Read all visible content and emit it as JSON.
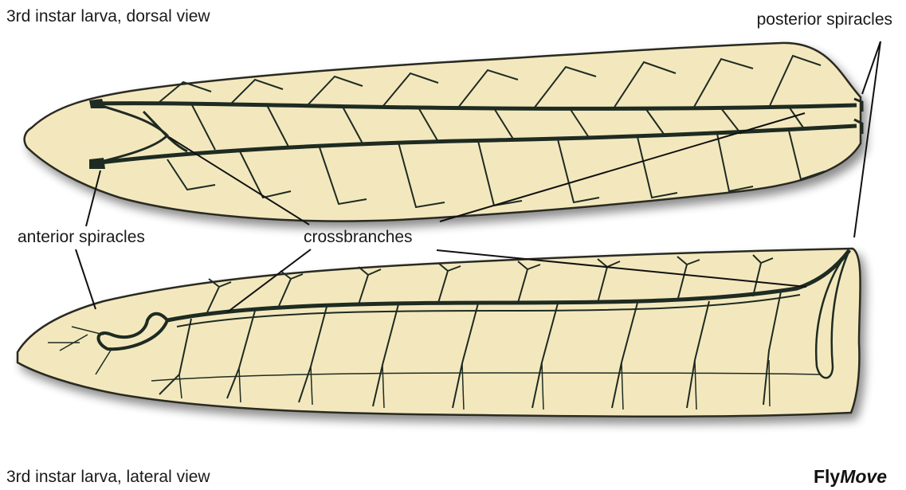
{
  "labels": {
    "dorsal_view": "3rd instar larva, dorsal view",
    "lateral_view": "3rd instar larva, lateral view",
    "posterior_spiracles": "posterior spiracles",
    "anterior_spiracles": "anterior spiracles",
    "crossbranches": "crossbranches"
  },
  "logo": {
    "part1": "Fly",
    "part2": "Move"
  },
  "colors": {
    "body_fill": "#f3e8bd",
    "trachea": "#1e2b22",
    "outline": "#2a2a22"
  }
}
